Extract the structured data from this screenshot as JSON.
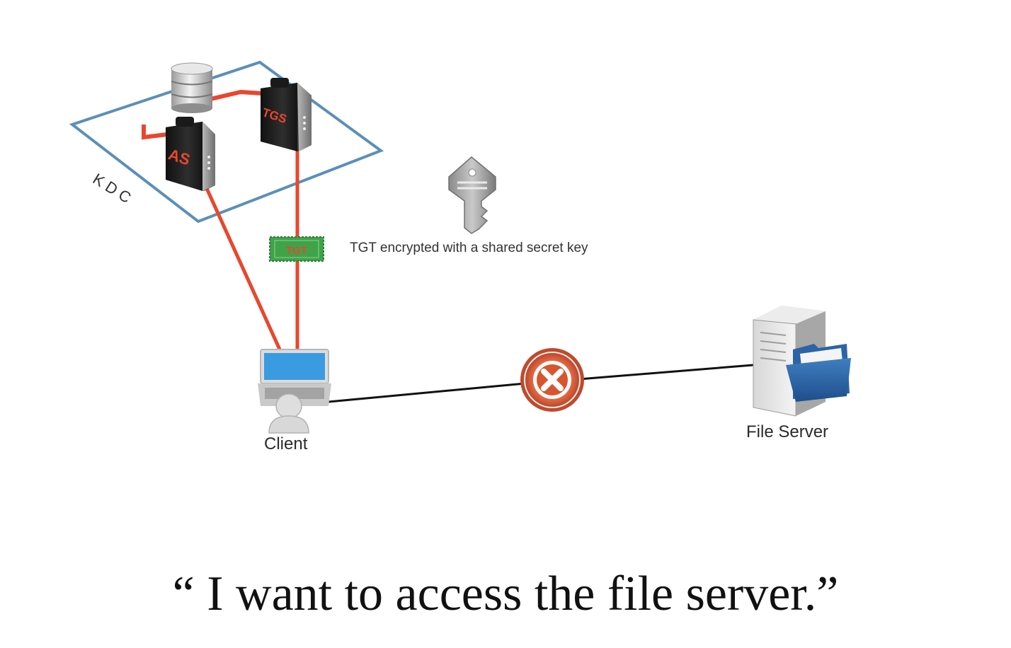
{
  "diagram": {
    "zone_label": "KDC",
    "nodes": {
      "as_label": "AS",
      "tgs_label": "TGS",
      "client_label": "Client",
      "server_label": "File Server"
    },
    "ticket_label": "TGT",
    "key_note": "TGT encrypted with a shared secret key",
    "caption": "“ I want to access the file server.”"
  },
  "colors": {
    "link_red": "#e8472e",
    "link_black": "#111111",
    "zone_outline": "#5b8fb9",
    "ticket_green": "#3fa34a",
    "blocked_red": "#d9552f",
    "appliance_dark": "#1f1f1f"
  },
  "icons": [
    "database-icon",
    "as-server-icon",
    "tgs-server-icon",
    "key-icon",
    "tgt-ticket-icon",
    "laptop-icon",
    "user-icon",
    "blocked-icon",
    "file-server-icon",
    "folder-icon"
  ]
}
